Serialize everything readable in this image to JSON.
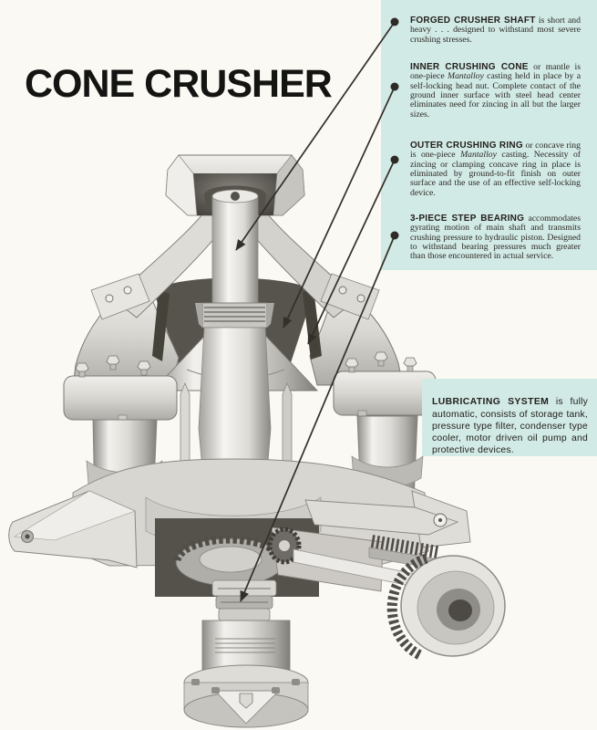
{
  "page": {
    "title": "CONE CRUSHER",
    "background_color": "#fbf9f3",
    "panel_color": "#d2eae6",
    "ink_color": "#2a2722",
    "leader_line_color": "#332f2a"
  },
  "annotations": [
    {
      "heading": "FORGED CRUSHER SHAFT",
      "body_pre": " is short and heavy . . . designed to withstand most severe crushing stresses.",
      "body_italic": "",
      "body_post": ""
    },
    {
      "heading": "INNER CRUSHING CONE",
      "body_pre": " or mantle is one-piece ",
      "body_italic": "Mantalloy",
      "body_post": " casting held in place by a self-locking head nut. Complete contact of the ground inner surface with steel head center eliminates need for zincing in all but the larger sizes."
    },
    {
      "heading": "OUTER CRUSHING RING",
      "body_pre": " or concave ring is one-piece ",
      "body_italic": "Mantalloy",
      "body_post": " casting. Necessity of zincing or clamping concave ring in place is eliminated by ground-to-fit finish on outer surface and the use of an effective self-locking device."
    },
    {
      "heading": "3-PIECE STEP BEARING",
      "body_pre": " accommodates gyrating motion of main shaft and transmits crushing pressure to hydraulic piston. Designed to withstand bearing pressures much greater than those encountered in actual service.",
      "body_italic": "",
      "body_post": ""
    }
  ],
  "callout": {
    "heading": "LUBRICATING SYSTEM",
    "body": " is fully automatic, consists of storage tank, pressure type filter, condenser type cooler, motor driven oil pump and protective devices."
  },
  "illustration": {
    "subject": "cone crusher cutaway"
  }
}
